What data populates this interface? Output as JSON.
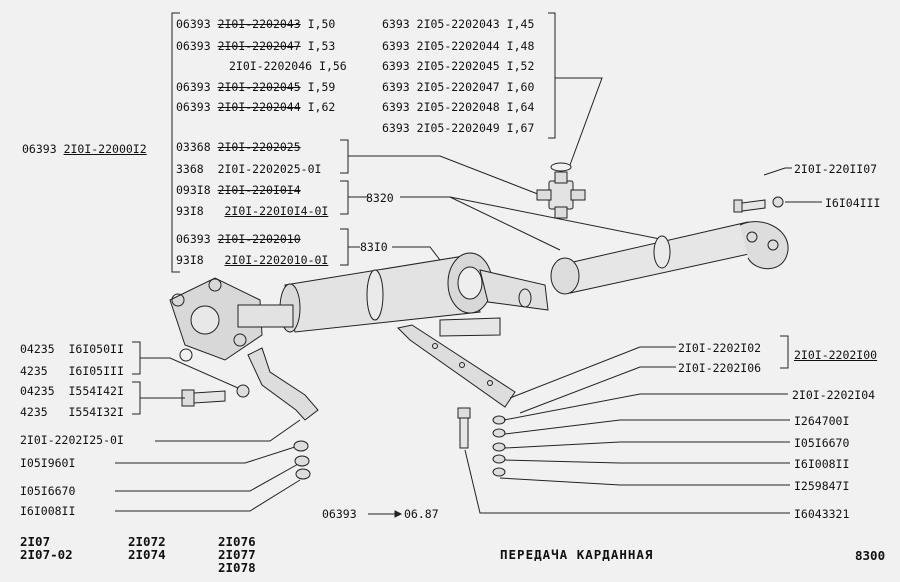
{
  "table_left": [
    {
      "code": "06393",
      "part": "2I0I-2202043",
      "len": "I,50",
      "part_struck": true
    },
    {
      "code": "06393",
      "part": "2I0I-2202047",
      "len": "I,53",
      "part_struck": true
    },
    {
      "code": "",
      "part": "2I0I-2202046",
      "len": "I,56",
      "part_struck": false
    },
    {
      "code": "06393",
      "part": "2I0I-2202045",
      "len": "I,59",
      "part_struck": true
    },
    {
      "code": "06393",
      "part": "2I0I-2202044",
      "len": "I,62",
      "part_struck": true
    }
  ],
  "table_right": [
    {
      "code": "6393",
      "part": "2I05-2202043",
      "len": "I,45"
    },
    {
      "code": "6393",
      "part": "2I05-2202044",
      "len": "I,48"
    },
    {
      "code": "6393",
      "part": "2I05-2202045",
      "len": "I,52"
    },
    {
      "code": "6393",
      "part": "2I05-2202047",
      "len": "I,60"
    },
    {
      "code": "6393",
      "part": "2I05-2202048",
      "len": "I,64"
    },
    {
      "code": "6393",
      "part": "2I05-2202049",
      "len": "I,67"
    }
  ],
  "assembly": {
    "code": "06393",
    "part": "2I0I-22000I2"
  },
  "cross_group": [
    {
      "code": "03368",
      "part": "2I0I-2202025"
    },
    {
      "code": "3368",
      "part": "2I0I-2202025-0I"
    }
  ],
  "group_8320": [
    {
      "code": "093I8",
      "part": "2I0I-220I0I4"
    },
    {
      "code": "93I8",
      "part": "2I0I-220I0I4-0I"
    }
  ],
  "group_8310": [
    {
      "code": "06393",
      "part": "2I0I-2202010"
    },
    {
      "code": "93I8",
      "part": "2I0I-2202010-0I"
    }
  ],
  "callouts": {
    "c8320": "8320",
    "c8310": "83I0",
    "bolt_flange": "2I0I-220II07",
    "nut_flange": "I6I04III",
    "support1": "2I0I-2202I02",
    "support2": "2I0I-2202I06",
    "support_assembly": "2I0I-2202I00",
    "bracket": "2I0I-2202I04",
    "washer1": "I264700I",
    "washer2": "I05I6670",
    "nut1": "I6I008II",
    "bolt2": "I259847I",
    "bolt3": "I6043321"
  },
  "left_group": [
    {
      "code": "04235",
      "part": "I6I050II"
    },
    {
      "code": "4235",
      "part": "I6I05III"
    },
    {
      "code": "04235",
      "part": "I554I42I"
    },
    {
      "code": "4235",
      "part": "I554I32I"
    }
  ],
  "left_parts": {
    "bracket": "2I0I-2202I25-0I",
    "washer": "I05I960I",
    "washer2": "I05I6670",
    "nut": "I6I008II"
  },
  "change_note": {
    "from": "06393",
    "to": "06.87"
  },
  "models": {
    "col1": [
      "2I07",
      "2I07-02"
    ],
    "col2": [
      "2I072",
      "2I074"
    ],
    "col3": [
      "2I076",
      "2I077",
      "2I078"
    ]
  },
  "title": "ПЕРЕДАЧА КАРДАННАЯ",
  "page_code": "8300"
}
